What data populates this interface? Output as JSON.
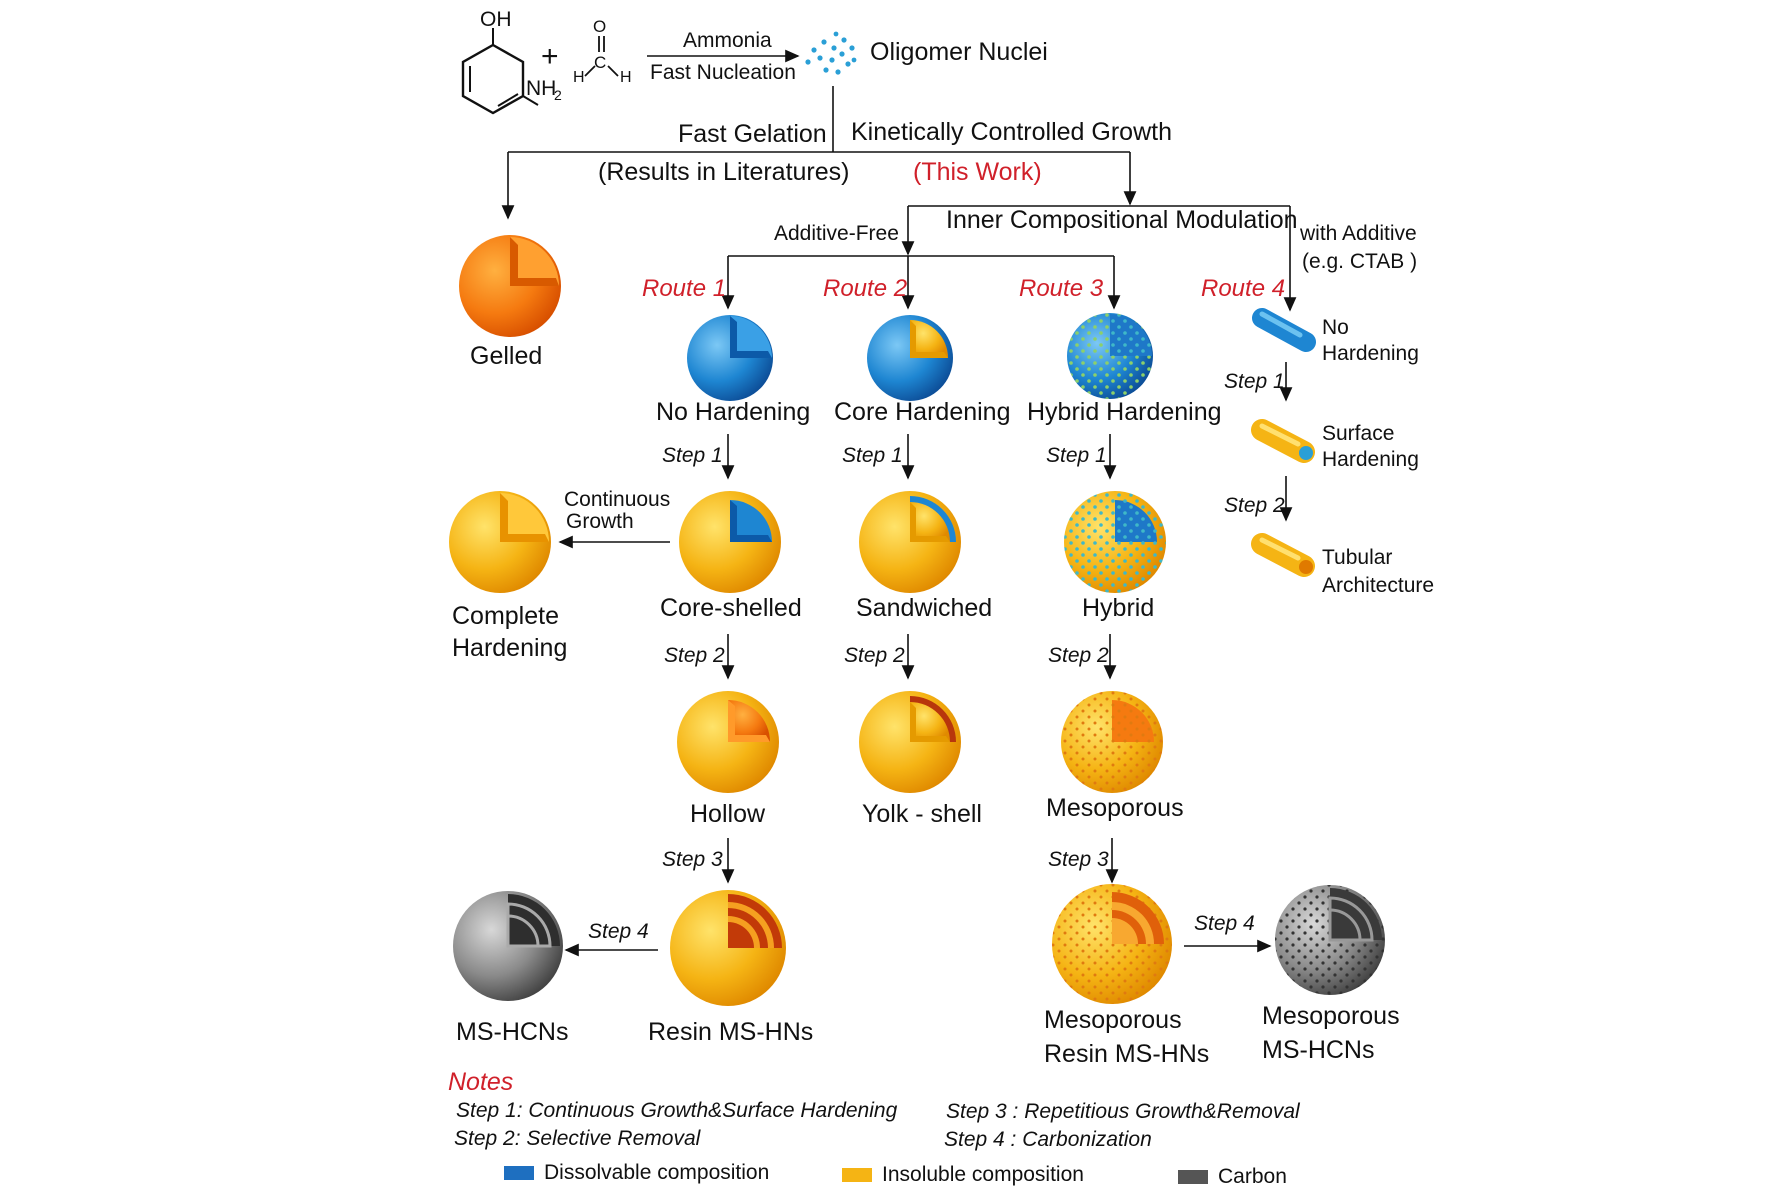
{
  "reaction": {
    "oh_label": "OH",
    "nh2_label": "NH",
    "nh2_sub": "2",
    "plus": "+",
    "o_label": "O",
    "c_label": "C",
    "h_left": "H",
    "h_right": "H",
    "arrow_top": "Ammonia",
    "arrow_bottom": "Fast Nucleation",
    "product": "Oligomer Nuclei"
  },
  "branches": {
    "fast_gelation": "Fast Gelation",
    "literature": "(Results in Literatures)",
    "kinetic": "Kinetically Controlled Growth",
    "this_work": "(This Work)",
    "inner_mod": "Inner Compositional Modulation",
    "additive_free": "Additive-Free",
    "with_additive": "with Additive",
    "ctab": "(e.g. CTAB )"
  },
  "routes": [
    "Route 1",
    "Route 2",
    "Route 3",
    "Route 4"
  ],
  "steps": {
    "s1": "Step 1",
    "s2": "Step 2",
    "s3": "Step 3",
    "s4": "Step 4"
  },
  "labels": {
    "gelled": "Gelled",
    "no_hardening": "No Hardening",
    "core_hardening": "Core Hardening",
    "hybrid_hardening": "Hybrid Hardening",
    "continuous": "Continuous",
    "growth": "Growth",
    "complete": "Complete",
    "hardening": "Hardening",
    "core_shelled": "Core-shelled",
    "sandwiched": "Sandwiched",
    "hybrid": "Hybrid",
    "hollow": "Hollow",
    "yolk_shell": "Yolk - shell",
    "mesoporous": "Mesoporous",
    "ms_hcns": "MS-HCNs",
    "resin_ms_hns": "Resin MS-HNs",
    "meso_resin_1": "Mesoporous",
    "meso_resin_2": "Resin MS-HNs",
    "meso_hcns_1": "Mesoporous",
    "meso_hcns_2": "MS-HCNs",
    "r4_no": "No",
    "r4_hardening": "Hardening",
    "r4_surface": "Surface",
    "r4_surface_h": "Hardening",
    "r4_tubular": "Tubular",
    "r4_arch": "Architecture"
  },
  "notes": {
    "title": "Notes",
    "n1": "Step 1: Continuous Growth&Surface Hardening",
    "n2": "Step 2: Selective Removal",
    "n3": "Step 3 : Repetitious Growth&Removal",
    "n4": "Step 4 : Carbonization"
  },
  "legend": [
    {
      "label": "Dissolvable  composition",
      "color": "#1e6fc0"
    },
    {
      "label": "Insoluble  composition",
      "color": "#f5b414"
    },
    {
      "label": "Carbon",
      "color": "#555555"
    }
  ],
  "colors": {
    "blue": "#1e6fc0",
    "yellow": "#f5b414",
    "orange": "#f08c10",
    "carbon": "#555555",
    "route_red": "#d0202a"
  }
}
